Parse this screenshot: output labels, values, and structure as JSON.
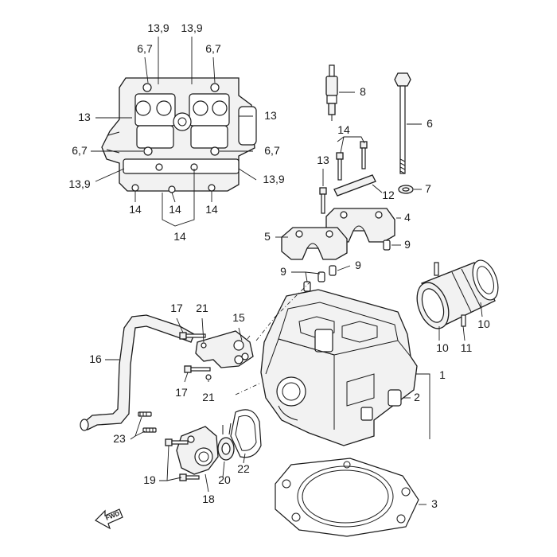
{
  "diagram": {
    "callouts": [
      "13,9",
      "13,9",
      "6,7",
      "6,7",
      "13",
      "13",
      "6,7",
      "6,7",
      "13,9",
      "13,9",
      "14",
      "14",
      "14",
      "14",
      "8",
      "6",
      "14",
      "13",
      "12",
      "7",
      "4",
      "5",
      "9",
      "9",
      "9",
      "10",
      "10",
      "11",
      "1",
      "2",
      "3",
      "17",
      "21",
      "15",
      "16",
      "17",
      "21",
      "23",
      "19",
      "20",
      "22",
      "18"
    ],
    "direction_marker": "FWD"
  }
}
